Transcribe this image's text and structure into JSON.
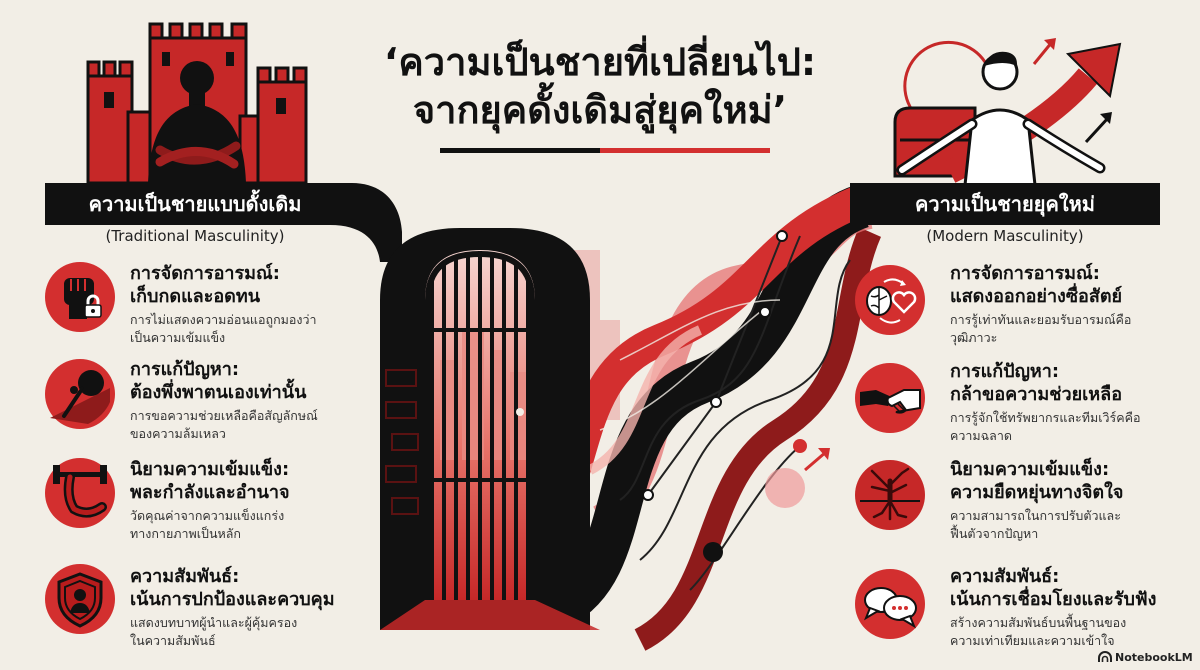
{
  "title": {
    "line1": "‘ความเป็นชายที่เปลี่ยนไป:",
    "line2": "จากยุคดั้งเดิมสู่ยุคใหม่’"
  },
  "traditional": {
    "heading": "ความเป็นชายแบบดั้งเดิม",
    "subheading": "(Traditional Masculinity)",
    "illustration": "castle-man-illustration",
    "items": [
      {
        "label": "การจัดการอารมณ์:",
        "value": "เก็บกดและอดทน",
        "desc_line1": "การไม่แสดงความอ่อนแอถูกมองว่า",
        "desc_line2": "เป็นความเข้มแข็ง",
        "icon": "clenched-fist-lock-icon"
      },
      {
        "label": "การแก้ปัญหา:",
        "value": "ต้องพึ่งพาตนเองเท่านั้น",
        "desc_line1": "การขอความช่วยเหลือคือสัญลักษณ์",
        "desc_line2": "ของความล้มเหลว",
        "icon": "pushing-boulder-icon"
      },
      {
        "label": "นิยามความเข้มแข็ง:",
        "value": "พละกำลังและอำนาจ",
        "desc_line1": "วัดคุณค่าจากความแข็งแกร่ง",
        "desc_line2": "ทางกายภาพเป็นหลัก",
        "icon": "flexed-arm-dumbbell-icon"
      },
      {
        "label": "ความสัมพันธ์:",
        "value": "เน้นการปกป้องและควบคุม",
        "desc_line1": "แสดงบทบาทผู้นำและผู้คุ้มครอง",
        "desc_line2": "ในความสัมพันธ์",
        "icon": "shield-person-icon"
      }
    ]
  },
  "modern": {
    "heading": "ความเป็นชายยุคใหม่",
    "subheading": "(Modern Masculinity)",
    "illustration": "open-arms-man-arrows-illustration",
    "items": [
      {
        "label": "การจัดการอารมณ์:",
        "value": "แสดงออกอย่างซื่อสัตย์",
        "desc_line1": "การรู้เท่าทันและยอมรับอารมณ์คือ",
        "desc_line2": "วุฒิภาวะ",
        "icon": "brain-heart-icon"
      },
      {
        "label": "การแก้ปัญหา:",
        "value": "กล้าขอความช่วยเหลือ",
        "desc_line1": "การรู้จักใช้ทรัพยากรและทีมเวิร์คคือ",
        "desc_line2": "ความฉลาด",
        "icon": "handshake-icon"
      },
      {
        "label": "นิยามความเข้มแข็ง:",
        "value": "ความยืดหยุ่นทางจิตใจ",
        "desc_line1": "ความสามารถในการปรับตัวและ",
        "desc_line2": "ฟื้นตัวจากปัญหา",
        "icon": "tree-roots-icon"
      },
      {
        "label": "ความสัมพันธ์:",
        "value": "เน้นการเชื่อมโยงและรับฟัง",
        "desc_line1": "สร้างความสัมพันธ์บนพื้นฐานของ",
        "desc_line2": "ความเท่าเทียมและความเข้าใจ",
        "icon": "speech-bubbles-icon"
      }
    ]
  },
  "center_illustration": "open-gate-flowing-ribbons-illustration",
  "watermark": "NotebookLM",
  "colors": {
    "accent": "#d32f2f",
    "dark": "#111111",
    "background": "#f2eee6"
  }
}
